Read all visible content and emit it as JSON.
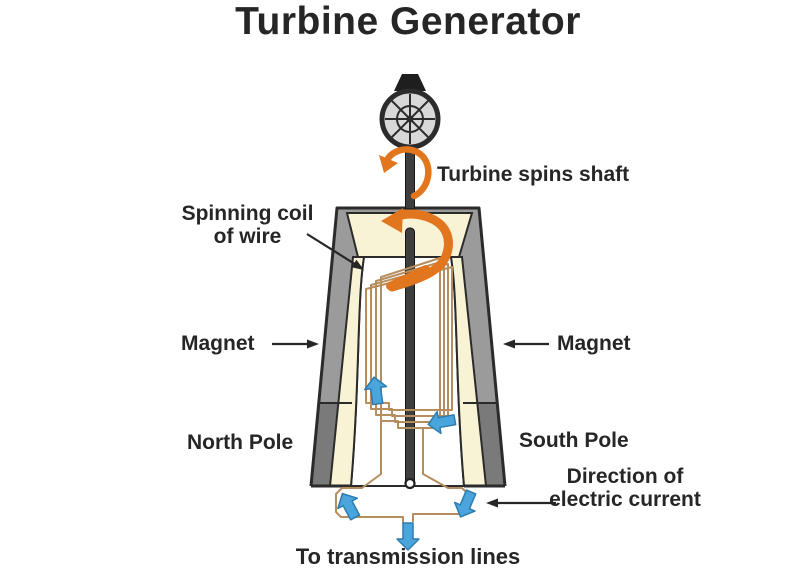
{
  "title": "Turbine Generator",
  "labels": {
    "turbine_spins_shaft": "Turbine spins shaft",
    "spinning_coil": "Spinning coil of wire",
    "magnet_left": "Magnet",
    "magnet_right": "Magnet",
    "north_pole": "North Pole",
    "south_pole": "South Pole",
    "direction_of_current": "Direction of electric current",
    "to_transmission_lines": "To transmission lines"
  },
  "colors": {
    "ink": "#262626",
    "outline": "#2b2b2b",
    "orange": "#e2761f",
    "blue": "#49a5dc",
    "blue_edge": "#2d7cb0",
    "cream": "#f9f3d5",
    "wall": "#9b9b9b",
    "wall_dark": "#7a7a7a",
    "coil": "#b68d5e",
    "shaft": "#3e3e3e",
    "turbine_fill": "#d8d8d8"
  }
}
